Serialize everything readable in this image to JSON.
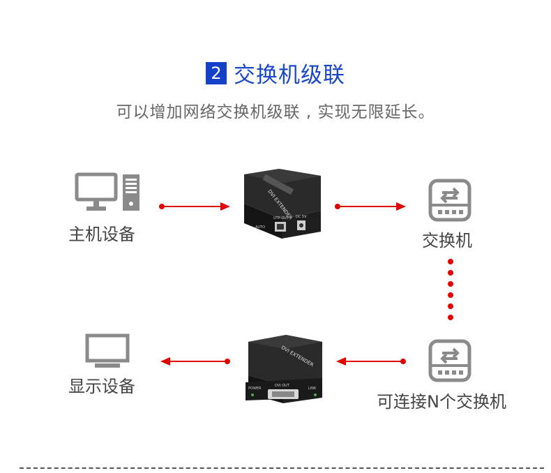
{
  "section": {
    "number": "2",
    "title": "交换机级联",
    "subtitle": "可以增加网络交换机级联 , 实现无限延长。"
  },
  "nodes": {
    "host": "主机设备",
    "switch_top": "交换机",
    "display": "显示设备",
    "switch_bottom": "可连接N个交换机"
  },
  "devices": {
    "transmitter": {
      "product_label": "DVI EXTENDER",
      "port_auto": "AUTO",
      "port_utp": "UTP OUT",
      "port_dc": "DC 5V"
    },
    "receiver": {
      "product_label": "DVI EXTENDER",
      "port_power": "POWER",
      "port_dvi": "DVI OUT",
      "port_link": "LINK"
    }
  },
  "colors": {
    "accent_blue": "#1a47c9",
    "arrow_red": "#e00000",
    "icon_gray": "#8a8a8a",
    "device_black": "#1b1b1b"
  }
}
